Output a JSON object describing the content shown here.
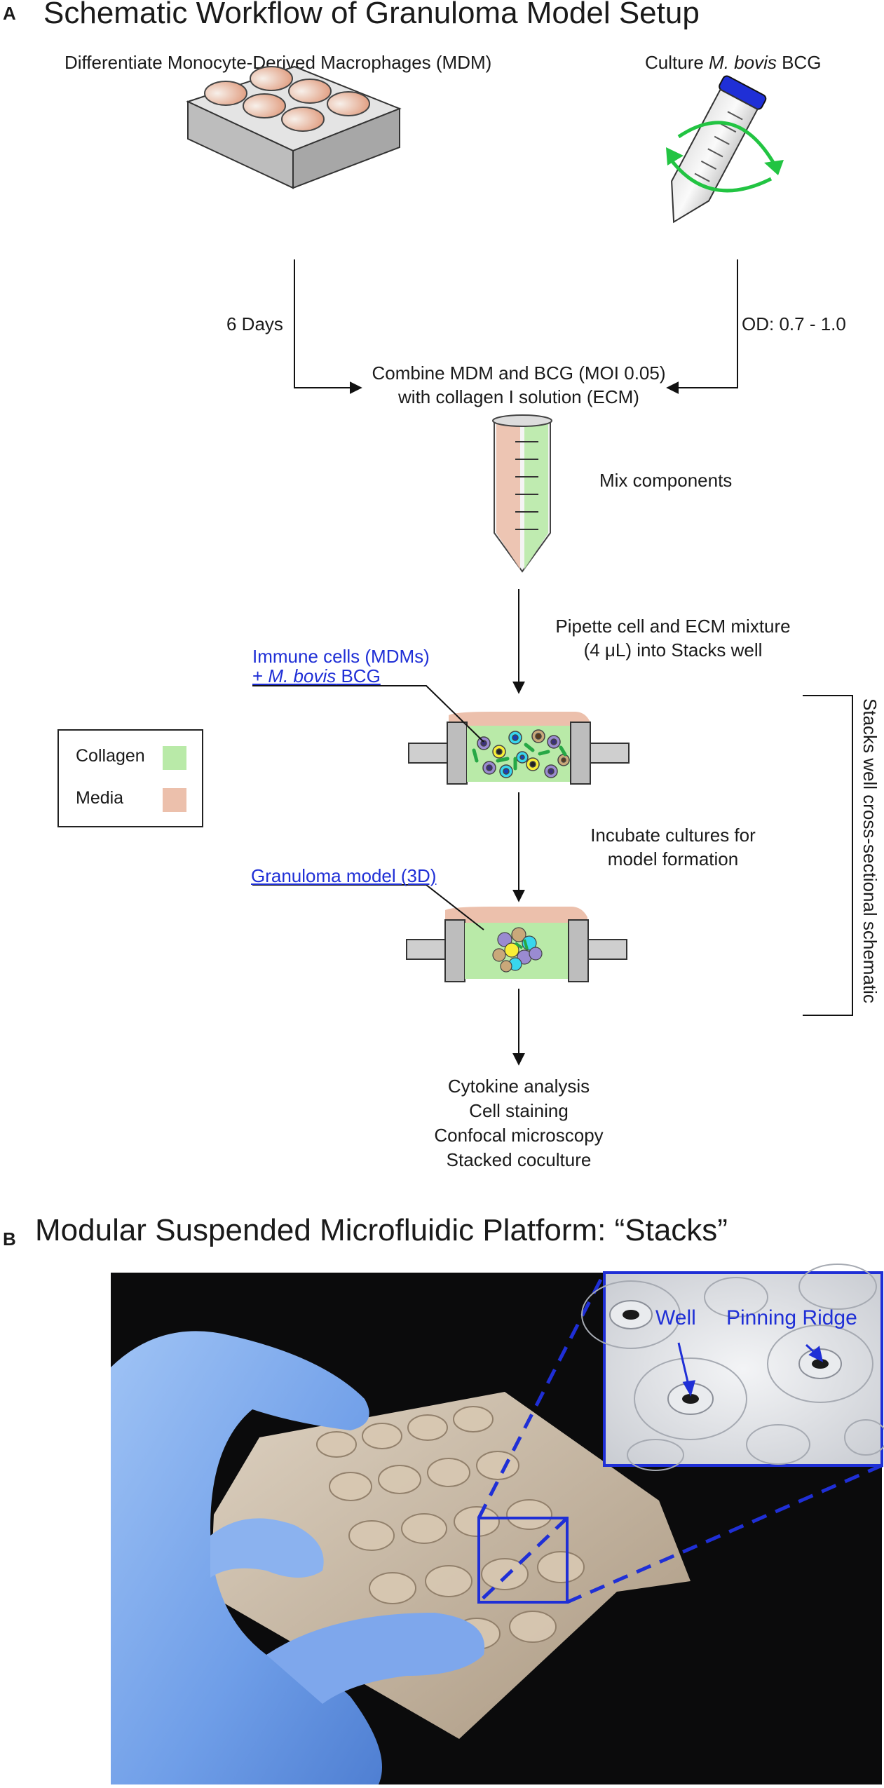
{
  "panel_a": {
    "letter": "A",
    "title": "Schematic Workflow of Granuloma Model Setup",
    "left_step": "Differentiate Monocyte-Derived Macrophages (MDM)",
    "right_step_prefix": "Culture ",
    "right_step_italic": "M. bovis",
    "right_step_suffix": " BCG",
    "left_arrow_label": "6 Days",
    "right_arrow_label": "OD: 0.7 - 1.0",
    "combine_line1": "Combine MDM and BCG (MOI 0.05)",
    "combine_line2": "with collagen I solution (ECM)",
    "mix_label": "Mix components",
    "pipette_line1": "Pipette cell and ECM mixture",
    "pipette_line2": "(4 μL) into Stacks well",
    "immune_line1": "Immune cells (MDMs)",
    "immune_line2_prefix": "+ ",
    "immune_line2_italic": "M. bovis",
    "immune_line2_suffix": " BCG",
    "incubate_line1": "Incubate cultures for",
    "incubate_line2": "model formation",
    "granuloma_label": "Granuloma model (3D)",
    "bracket_label": "Stacks well cross-sectional schematic",
    "legend": {
      "collagen_label": "Collagen",
      "collagen_color": "#b9eaa8",
      "media_label": "Media",
      "media_color": "#ecc0ac"
    },
    "outputs": [
      "Cytokine analysis",
      "Cell staining",
      "Confocal microscopy",
      "Stacked coculture"
    ]
  },
  "panel_b": {
    "letter": "B",
    "title": "Modular Suspended Microfluidic Platform: “Stacks”",
    "inset_well_label": "Well",
    "inset_ridge_label": "Pinning Ridge",
    "highlight_color": "#1f2fd6"
  }
}
